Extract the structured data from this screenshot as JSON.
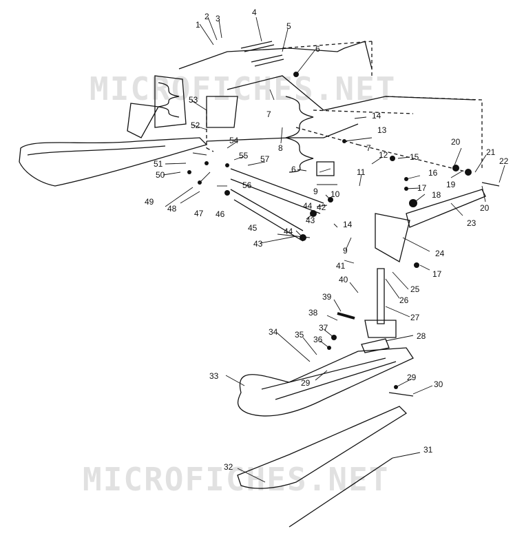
{
  "watermark": {
    "top": "MICROFICHES.NET",
    "bottom": "MICROFICHES.NET"
  },
  "callouts": [
    "1",
    "2",
    "3",
    "4",
    "5",
    "6",
    "7",
    "8",
    "9",
    "10",
    "11",
    "12",
    "13",
    "14",
    "15",
    "16",
    "17",
    "18",
    "19",
    "20",
    "21",
    "22",
    "23",
    "24",
    "25",
    "26",
    "27",
    "28",
    "29",
    "30",
    "31",
    "32",
    "33",
    "34",
    "35",
    "36",
    "37",
    "38",
    "39",
    "40",
    "41",
    "42",
    "43",
    "44",
    "45",
    "46",
    "47",
    "48",
    "49",
    "50",
    "51",
    "52",
    "53",
    "54",
    "55",
    "56",
    "57"
  ],
  "extra_callouts": {
    "n6b": "6",
    "n7b": "7",
    "n7c": "7",
    "n9b": "9",
    "n14b": "14",
    "n17b": "17",
    "n20b": "20",
    "n29b": "29",
    "n43b": "43",
    "n44b": "44"
  }
}
